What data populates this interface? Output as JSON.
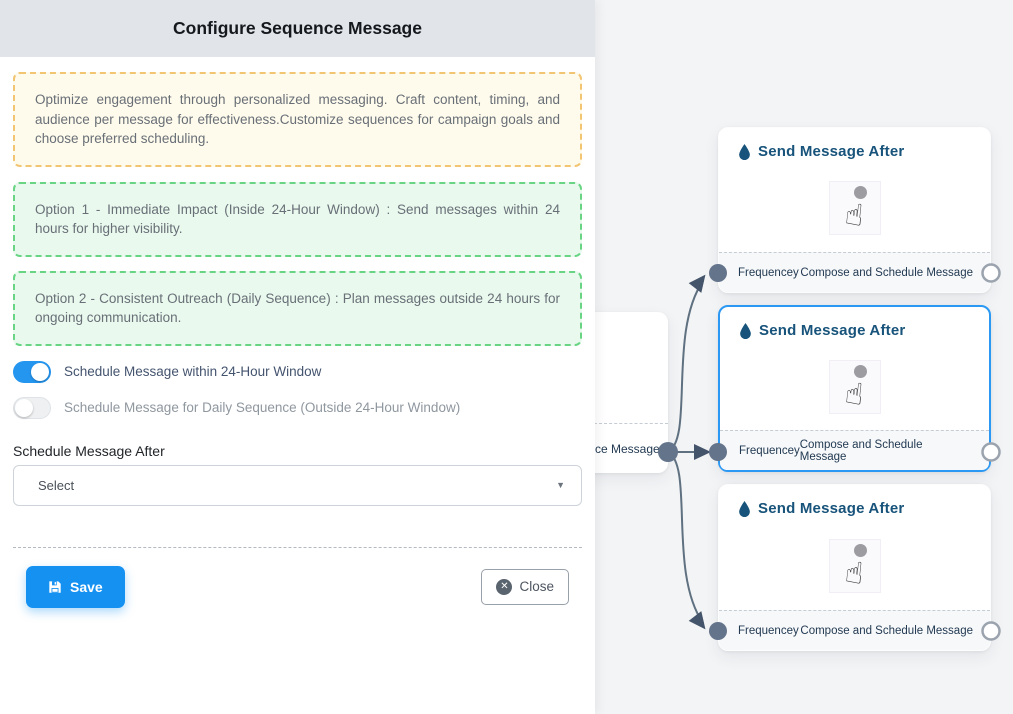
{
  "modal": {
    "title": "Configure Sequence Message",
    "info_text": "Optimize engagement through personalized messaging. Craft content, timing, and audience per message for effectiveness.Customize sequences for campaign goals and choose preferred scheduling.",
    "option1_text": "Option 1 - Immediate Impact (Inside 24-Hour Window) : Send messages within 24 hours for higher visibility.",
    "option2_text": "Option 2 - Consistent Outreach (Daily Sequence) : Plan messages outside 24 hours for ongoing communication.",
    "toggles": [
      {
        "label": "Schedule Message within 24-Hour Window",
        "state": "on"
      },
      {
        "label": "Schedule Message for Daily Sequence (Outside 24-Hour Window)",
        "state": "off"
      }
    ],
    "schedule_after": {
      "label": "Schedule Message After",
      "value": "Select"
    },
    "buttons": {
      "save": "Save",
      "close": "Close"
    }
  },
  "canvas": {
    "source_node": {
      "visible_label": "ce Message"
    },
    "nodes": [
      {
        "title": "Send Message After",
        "left_handle_label": "Frequencey",
        "right_handle_label": "Compose and Schedule Message",
        "selected": false
      },
      {
        "title": "Send Message After",
        "left_handle_label": "Frequencey",
        "right_handle_label": "Compose and Schedule Message",
        "selected": true
      },
      {
        "title": "Send Message After",
        "left_handle_label": "Frequencey",
        "right_handle_label": "Compose and Schedule Message",
        "selected": false
      }
    ]
  },
  "icons": {
    "save": "floppy-icon",
    "close": "x-circle-icon",
    "select": "caret-down-icon",
    "node_title": "water-drop-icon",
    "node_body": "tap-hand-icon"
  },
  "colors": {
    "accent_blue": "#1591f2",
    "toggle_on": "#2596f0",
    "selected_node_border": "#2b99f3",
    "yellow_border": "#f2c573",
    "yellow_bg": "#fffbec",
    "green_border": "#69d584",
    "green_bg": "#e9f9ee",
    "node_title_text": "#17537a",
    "edge_gray": "#5f7181",
    "canvas_bg": "#f3f4f6",
    "header_bg": "#e1e4e8"
  }
}
